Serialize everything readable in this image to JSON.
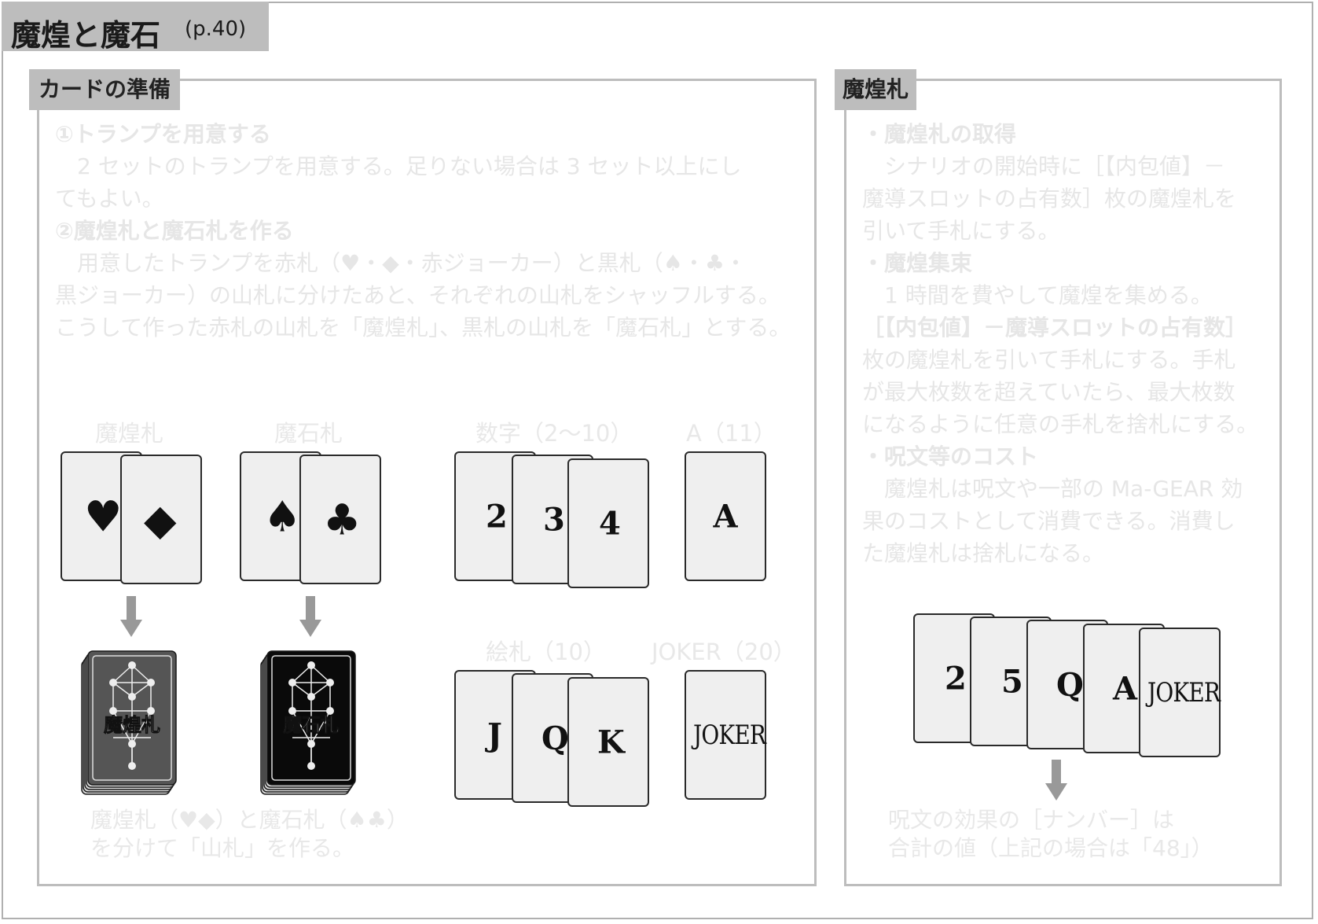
{
  "header": {
    "title": "魔煌と魔石",
    "page_ref": "(p.40)"
  },
  "left_panel": {
    "tab": "カードの準備",
    "lines": [
      {
        "text": "①トランプを用意する",
        "bold": true
      },
      {
        "text": "　2 セットのトランプを用意する。足りない場合は 3 セット以上にし",
        "bold": false
      },
      {
        "text": "てもよい。",
        "bold": false
      },
      {
        "text": "②魔煌札と魔石札を作る",
        "bold": true
      },
      {
        "text": "　用意したトランプを赤札（♥・◆・赤ジョーカー）と黒札（♠・♣・",
        "bold": false
      },
      {
        "text": "黒ジョーカー）の山札に分けたあと、それぞれの山札をシャッフルする。",
        "bold": false
      },
      {
        "text": "こうして作った赤札の山札を「魔煌札」、黒札の山札を「魔石札」とする。",
        "bold": false
      }
    ],
    "labels": {
      "makou": "魔煌札",
      "maseki": "魔石札",
      "numbers": "数字（2～10）",
      "ace": "A（11）",
      "face_cards": "絵札（10）",
      "joker": "JOKER（20）"
    },
    "red_cards": [
      "♥",
      "◆"
    ],
    "black_cards": [
      "♠",
      "♣"
    ],
    "number_cards": [
      "2",
      "3",
      "4"
    ],
    "ace_card": "A",
    "face_card_ranks": [
      "J",
      "Q",
      "K"
    ],
    "joker_card": "JOKER",
    "deck_labels": {
      "makou": "魔煌札",
      "maseki": "魔石札"
    },
    "caption": [
      "魔煌札（♥◆）と魔石札（♠♣）",
      "を分けて「山札」を作る。"
    ]
  },
  "right_panel": {
    "tab": "魔煌札",
    "lines": [
      {
        "text": "・魔煌札の取得",
        "bold": true
      },
      {
        "text": "　シナリオの開始時に［【内包値】－",
        "bold": false
      },
      {
        "text": "魔導スロットの占有数］枚の魔煌札を",
        "bold": false
      },
      {
        "text": "引いて手札にする。",
        "bold": false
      },
      {
        "text": "・魔煌集束",
        "bold": true
      },
      {
        "text": "　1 時間を費やして魔煌を集める。",
        "bold": false
      },
      {
        "text": "［【内包値】－魔導スロットの占有数］",
        "bold": true
      },
      {
        "text": "枚の魔煌札を引いて手札にする。手札",
        "bold": false
      },
      {
        "text": "が最大枚数を超えていたら、最大枚数",
        "bold": false
      },
      {
        "text": "になるように任意の手札を捨札にする。",
        "bold": false
      },
      {
        "text": "・呪文等のコスト",
        "bold": true
      },
      {
        "text": "　魔煌札は呪文や一部の Ma-GEAR 効",
        "bold": false
      },
      {
        "text": "果のコストとして消費できる。消費し",
        "bold": false
      },
      {
        "text": "た魔煌札は捨札になる。",
        "bold": false
      }
    ],
    "hand": [
      "2",
      "5",
      "Q",
      "A",
      "JOKER"
    ],
    "caption": [
      "呪文の効果の［ナンバー］は",
      "合計の値（上記の場合は「48」）"
    ]
  },
  "colors": {
    "tab_gray": "#bdbdbd",
    "faded_text": "#e6e6e6",
    "card_face": "#efefef",
    "arrow": "#999999",
    "makou_deck": "#555555",
    "maseki_deck": "#0a0a0a"
  },
  "icons": [
    "heart-suit-icon",
    "diamond-suit-icon",
    "spade-suit-icon",
    "club-suit-icon",
    "down-arrow-icon",
    "tree-of-life-emblem-icon"
  ]
}
